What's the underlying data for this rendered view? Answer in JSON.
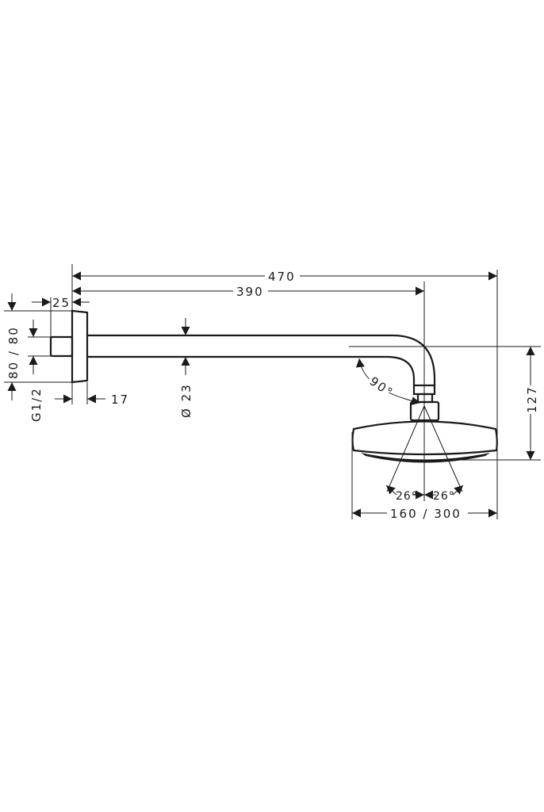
{
  "drawing": {
    "dimensions": {
      "overall_length": "470",
      "arm_length": "390",
      "plate_offset": "25",
      "plate_height": "80 / 80",
      "thread": "G1/2",
      "plate_depth": "17",
      "arm_diameter": "Ø 23",
      "angle": "90°",
      "height": "127",
      "spray_angle_left": "26°",
      "spray_angle_right": "26°",
      "head_width": "160 / 300"
    },
    "colors": {
      "line": "#1a1a1a",
      "background": "#ffffff"
    }
  }
}
